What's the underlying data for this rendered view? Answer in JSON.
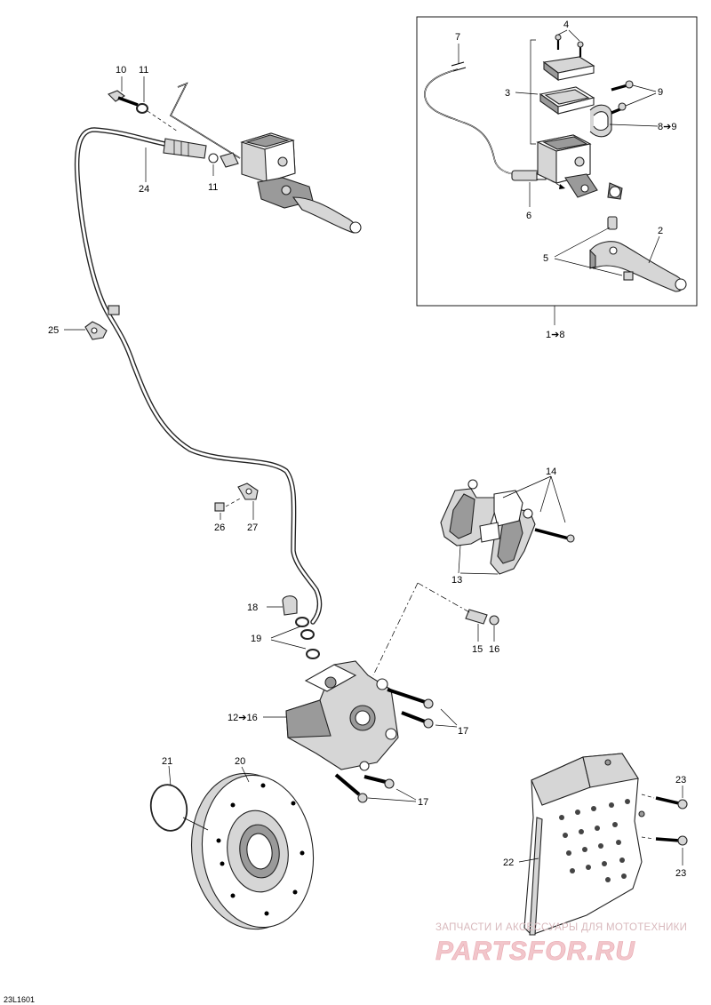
{
  "diagram": {
    "code": "23L1601",
    "watermark": {
      "title": "ЗАПЧАСТИ И АКСЕССУАРЫ ДЛЯ МОТОТЕХНИКИ",
      "logo": "PARTSFOR.RU"
    },
    "callouts": {
      "c1_8": "1➔8",
      "c2": "2",
      "c3": "3",
      "c4": "4",
      "c5": "5",
      "c6": "6",
      "c7": "7",
      "c8_9": "8➔9",
      "c9": "9",
      "c10": "10",
      "c11a": "11",
      "c11b": "11",
      "c12_16": "12➔16",
      "c13": "13",
      "c14": "14",
      "c15": "15",
      "c16": "16",
      "c17a": "17",
      "c17b": "17",
      "c18": "18",
      "c19": "19",
      "c20": "20",
      "c21": "21",
      "c22": "22",
      "c23a": "23",
      "c23b": "23",
      "c24": "24",
      "c25": "25",
      "c26": "26",
      "c27": "27"
    }
  }
}
